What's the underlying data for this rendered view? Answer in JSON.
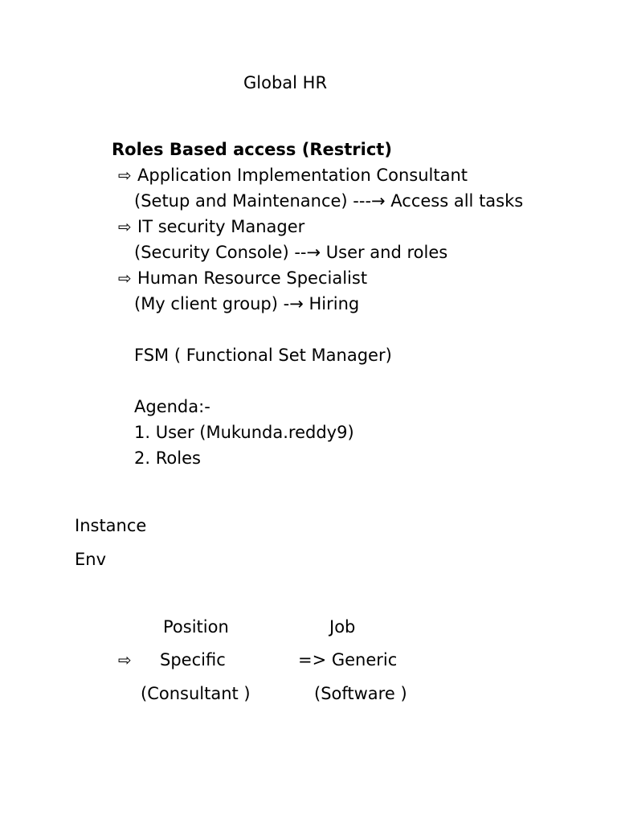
{
  "title": "Global HR",
  "section": {
    "heading": "Roles Based access (Restrict)",
    "roles": [
      {
        "name": "Application Implementation Consultant",
        "detail": "(Setup and Maintenance) ---→ Access all tasks"
      },
      {
        "name": "IT security Manager",
        "detail": "(Security Console) --→ User and roles"
      },
      {
        "name": "Human Resource Specialist",
        "detail": "(My client group) -→ Hiring"
      }
    ],
    "bullet_glyph": "⇨"
  },
  "fsm": "FSM ( Functional Set Manager)",
  "agenda": {
    "label": "Agenda:-",
    "items": [
      {
        "num": "1.",
        "text": "User (Mukunda.reddy9)"
      },
      {
        "num": "2.",
        "text": "Roles"
      }
    ]
  },
  "terms": [
    "Instance",
    "Env"
  ],
  "comparison": {
    "col1_header": "Position",
    "col2_header": "Job",
    "col1_value": "Specific",
    "col2_value": "=> Generic",
    "col1_example": "(Consultant )",
    "col2_example": "(Software )"
  }
}
